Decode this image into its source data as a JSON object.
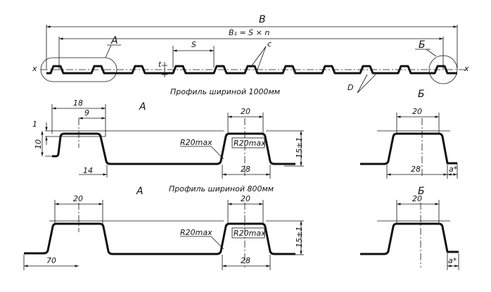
{
  "top_view": {
    "dim_b": "B",
    "dim_b1": "B₁ = S × n",
    "dim_s": "S",
    "axis_left": "x",
    "axis_right": "x",
    "mark_t": "t",
    "mark_c": "c",
    "mark_d": "D",
    "callout_a": "A",
    "callout_b": "Б",
    "caption": "Профиль шириной 1000мм"
  },
  "detail_a_1000": {
    "title": "A",
    "dim_18": "18",
    "dim_9": "9",
    "dim_1": "1",
    "dim_10": "10",
    "dim_14": "14",
    "dim_20": "20",
    "dim_28": "28",
    "dim_15": "15±1",
    "r1": "R20max",
    "r2": "R20max"
  },
  "detail_b_1000": {
    "title": "Б",
    "dim_20": "20",
    "dim_28": "28",
    "dim_a": "a*"
  },
  "caption_800": "Профиль шириной 800мм",
  "detail_a_800": {
    "title": "A",
    "dim_20a": "20",
    "dim_70": "70",
    "dim_20b": "20",
    "dim_28": "28",
    "dim_15": "15±1",
    "r1": "R20max",
    "r2": "R20max"
  },
  "detail_b_800": {
    "title": "Б",
    "dim_20": "20",
    "dim_a": "a*"
  }
}
